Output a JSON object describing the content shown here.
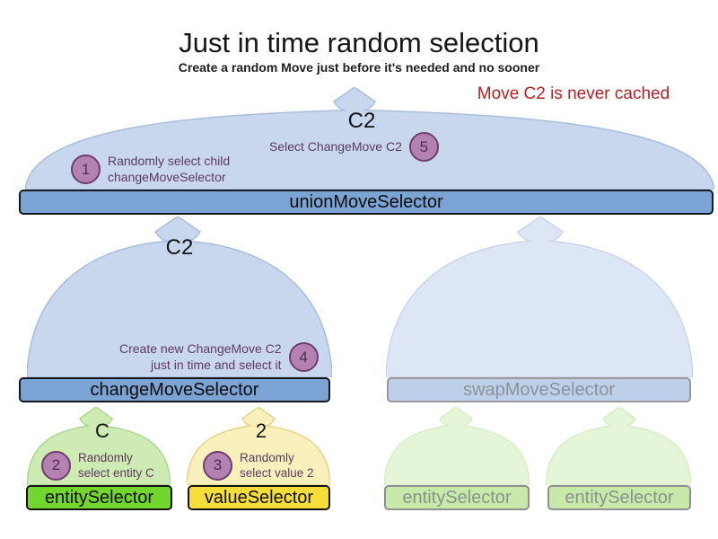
{
  "title": "Just in time random selection",
  "subtitle": "Create a random Move just before it's needed and no sooner",
  "note": "Move C2 is never cached",
  "funnels": {
    "union": {
      "output": "C2",
      "bar": "unionMoveSelector"
    },
    "change": {
      "output": "C2",
      "bar": "changeMoveSelector"
    },
    "swap": {
      "bar": "swapMoveSelector"
    },
    "entity": {
      "output": "C",
      "bar": "entitySelector"
    },
    "value": {
      "output": "2",
      "bar": "valueSelector"
    },
    "entity_faded_left": {
      "bar": "entitySelector"
    },
    "entity_faded_right": {
      "bar": "entitySelector"
    }
  },
  "steps": [
    {
      "num": "1",
      "lines": [
        "Randomly select child",
        "changeMoveSelector"
      ]
    },
    {
      "num": "2",
      "lines": [
        "Randomly",
        "select entity C"
      ]
    },
    {
      "num": "3",
      "lines": [
        "Randomly",
        "select value 2"
      ]
    },
    {
      "num": "4",
      "lines": [
        "Create new ChangeMove C2",
        "just in time and select it"
      ]
    },
    {
      "num": "5",
      "lines": [
        "Select ChangeMove C2"
      ]
    }
  ],
  "colors": {
    "blue_bar": "#7ba3d3",
    "blue_funnel": "#c8d7ee",
    "faded_blue_bar": "#bed0e9",
    "faded_blue_funnel": "#dde6f4",
    "green_funnel": "#cdebb2",
    "yellow_funnel": "#faf0bc",
    "green_bar": "#72d62c",
    "yellow_bar": "#f6de3a",
    "faded_green_bar": "#c7e9aa",
    "step_circle_fill": "#b382b3",
    "step_circle_border": "#6e3e6e",
    "step_text": "#5e3a5f",
    "note_red": "#b22222"
  }
}
